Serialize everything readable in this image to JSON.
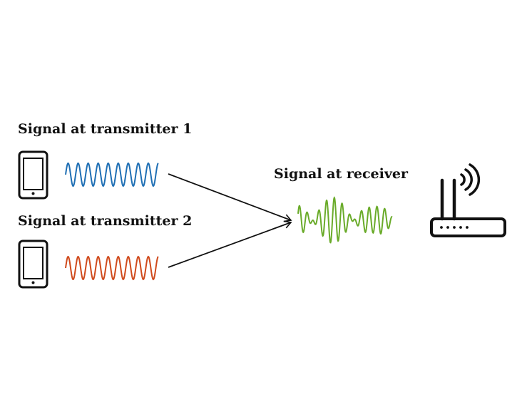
{
  "labels": {
    "transmitter_1": "Signal at transmitter 1",
    "transmitter_2": "Signal at transmitter 2",
    "receiver": "Signal at receiver"
  },
  "colors": {
    "transmitter_1_wave": "#1f6fb4",
    "transmitter_2_wave": "#d04a1c",
    "receiver_wave": "#6aab2a",
    "ink": "#111111"
  },
  "icons": {
    "transmitter_1": "smartphone-icon",
    "transmitter_2": "smartphone-icon",
    "receiver": "wifi-router-icon"
  }
}
